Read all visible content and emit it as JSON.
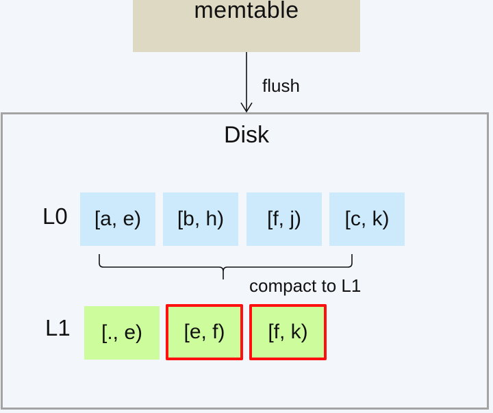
{
  "memtable": {
    "label": "memtable"
  },
  "flush": {
    "label": "flush"
  },
  "disk": {
    "title": "Disk",
    "levels": [
      {
        "label": "L0",
        "sstables": [
          {
            "range": "[a, e)",
            "highlighted": false
          },
          {
            "range": "[b, h)",
            "highlighted": false
          },
          {
            "range": "[f, j)",
            "highlighted": false
          },
          {
            "range": "[c, k)",
            "highlighted": false
          }
        ]
      },
      {
        "label": "L1",
        "sstables": [
          {
            "range": "[., e)",
            "highlighted": false
          },
          {
            "range": "[e, f)",
            "highlighted": true
          },
          {
            "range": "[f, k)",
            "highlighted": true
          }
        ]
      }
    ],
    "compact_label": "compact to L1"
  },
  "colors": {
    "memtable": "#ded9c3",
    "l0_sstable": "#cdeafd",
    "l1_sstable": "#ccfc9b",
    "highlight_border": "#ff1010",
    "disk_border": "#a3a3a3",
    "background": "#f3f6fb"
  }
}
